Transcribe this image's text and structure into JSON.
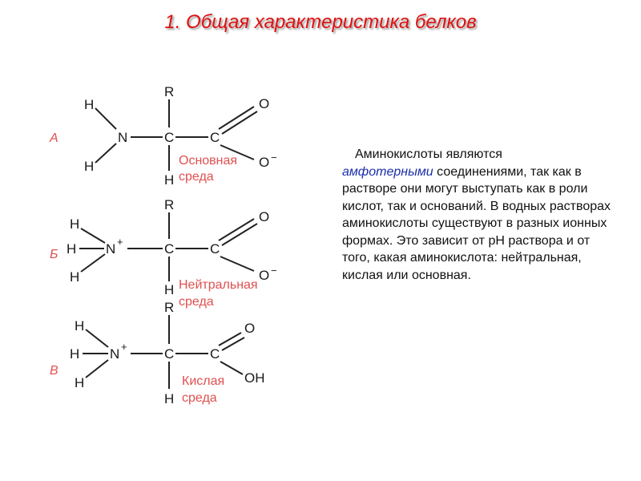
{
  "title": "1. Общая характеристика белков",
  "diagram": {
    "panels": [
      {
        "letter": "А",
        "medium_line1": "Основная",
        "medium_line2": "среда",
        "amino_left": "N",
        "carbonyl_o": "O",
        "acid_group": "O",
        "acid_sup": "−"
      },
      {
        "letter": "Б",
        "medium_line1": "Нейтральная",
        "medium_line2": "среда",
        "amino_left": "N",
        "amino_sup": "+",
        "carbonyl_o": "O",
        "acid_group": "O",
        "acid_sup": "−"
      },
      {
        "letter": "В",
        "medium_line1": "Кислая",
        "medium_line2": "среда",
        "amino_left": "N",
        "amino_sup": "+",
        "carbonyl_o": "O",
        "acid_group": "OH"
      }
    ],
    "atoms": {
      "R": "R",
      "H": "H",
      "C": "C"
    }
  },
  "text": {
    "part1": "Аминокислоты являются",
    "highlight": "амфотерными",
    "part2": " соединениями, так как в растворе они могут выступать как в роли кислот, так и оснований. В водных растворах аминокислоты существуют в разных ионных формах. Это зависит от pH раствора и от того, какая аминокислота: нейтральная, кислая или основная."
  },
  "colors": {
    "title": "#e01010",
    "labels": "#e05050",
    "highlight": "#1a2ea8"
  }
}
